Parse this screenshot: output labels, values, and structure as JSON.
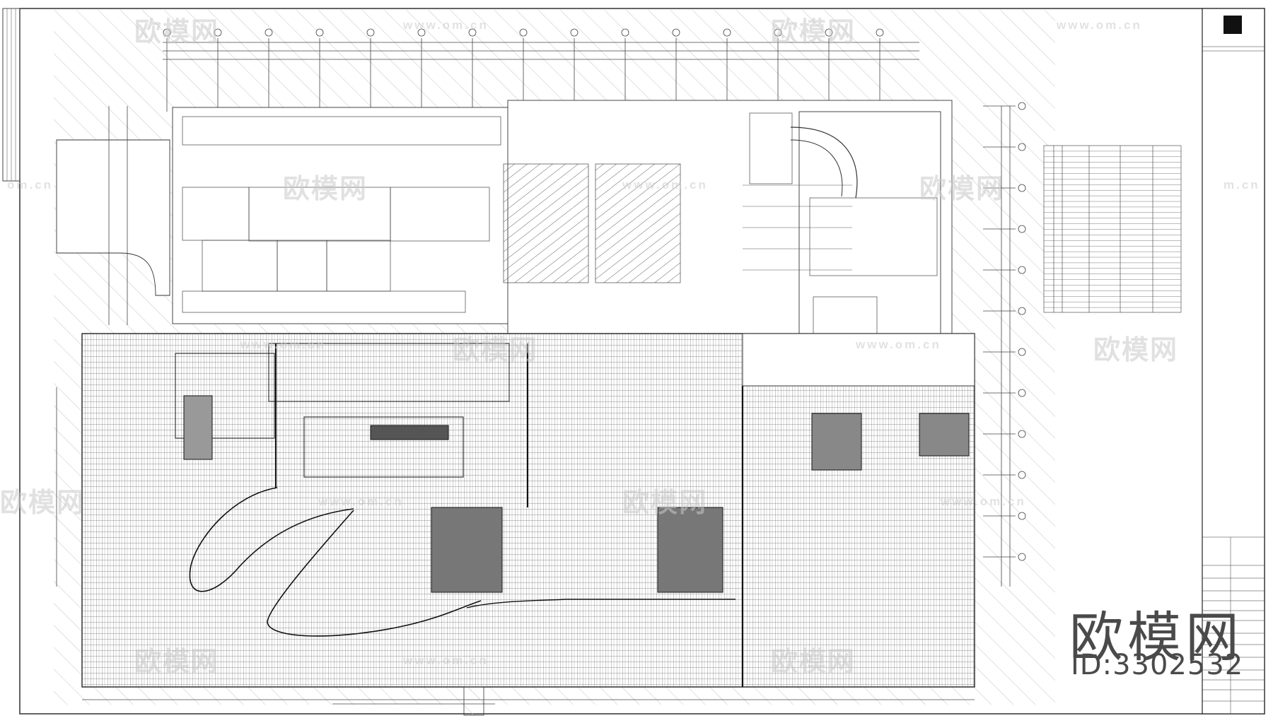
{
  "drawing": {
    "sheet_border": "#222222",
    "line_color": "#333333",
    "hatch_color": "#bdbdbd",
    "grid_fill_color": "#555555"
  },
  "watermarks": {
    "logo_text": "欧模网",
    "site_url": "www.om.cn",
    "site_url_left": "om.cn",
    "site_url_right": "m.cn"
  },
  "brand": {
    "name": "欧模网",
    "id_label": "ID:3302532"
  }
}
